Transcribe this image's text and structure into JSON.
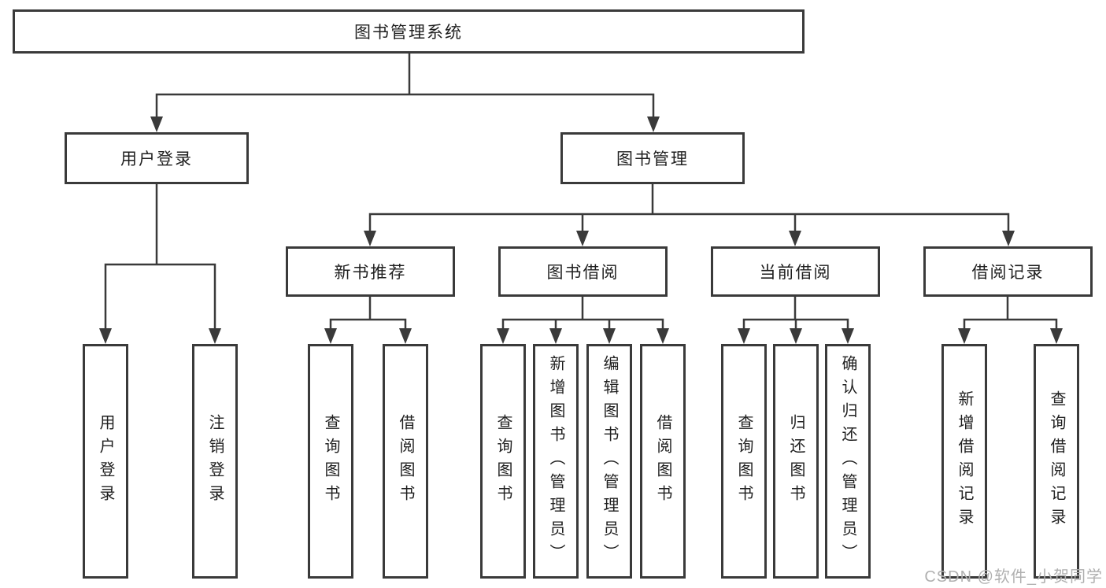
{
  "diagram": {
    "type": "hierarchy-chart",
    "title": "图书管理系统",
    "colors": {
      "background": "#ffffff",
      "line": "#3a3a3a",
      "box_border": "#3a3a3a",
      "box_fill": "#ffffff",
      "text": "#1f1f1f",
      "watermark": "#b0b0b0"
    }
  },
  "tree": {
    "root": {
      "label": "图书管理系统",
      "children": [
        {
          "label": "用户登录",
          "children": [
            {
              "label": "用户登录"
            },
            {
              "label": "注销登录"
            }
          ]
        },
        {
          "label": "图书管理",
          "children": [
            {
              "label": "新书推荐",
              "children": [
                {
                  "label": "查询图书"
                },
                {
                  "label": "借阅图书"
                }
              ]
            },
            {
              "label": "图书借阅",
              "children": [
                {
                  "label": "查询图书"
                },
                {
                  "label": "新增图书（管理员）"
                },
                {
                  "label": "编辑图书（管理员）"
                },
                {
                  "label": "借阅图书"
                }
              ]
            },
            {
              "label": "当前借阅",
              "children": [
                {
                  "label": "查询图书"
                },
                {
                  "label": "归还图书"
                },
                {
                  "label": "确认归还（管理员）"
                }
              ]
            },
            {
              "label": "借阅记录",
              "children": [
                {
                  "label": "新增借阅记录"
                },
                {
                  "label": "查询借阅记录"
                }
              ]
            }
          ]
        }
      ]
    }
  },
  "watermark": {
    "text": "CSDN @软件_小贺同学"
  }
}
